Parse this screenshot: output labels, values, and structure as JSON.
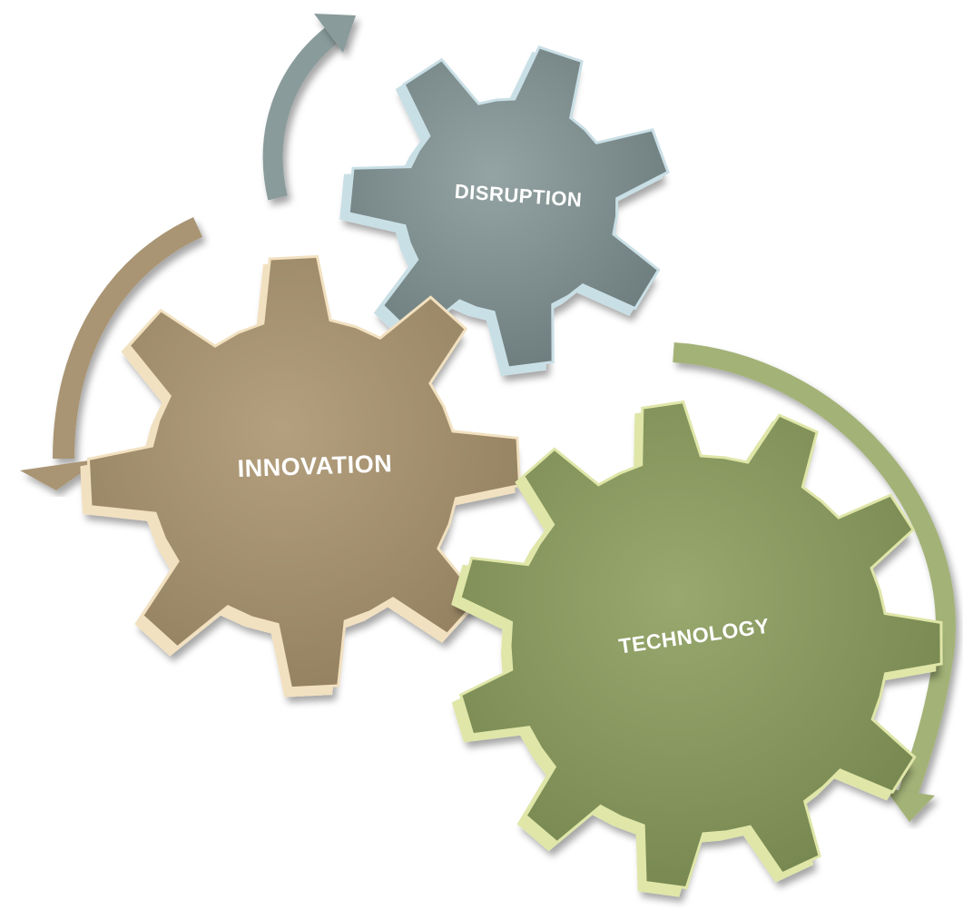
{
  "gears": [
    {
      "id": "disruption",
      "label": "DISRUPTION",
      "face_color": "#7f8e8e",
      "edge_color": "#c9dfe6"
    },
    {
      "id": "innovation",
      "label": "INNOVATION",
      "face_color": "#a69170",
      "edge_color": "#f2e1c0"
    },
    {
      "id": "technology",
      "label": "TECHNOLOGY",
      "face_color": "#8a9a62",
      "edge_color": "#dfe6a8"
    }
  ],
  "arrows": [
    {
      "id": "disruption-arrow",
      "color": "#8a9b9b"
    },
    {
      "id": "innovation-arrow",
      "color": "#a99573"
    },
    {
      "id": "technology-arrow",
      "color": "#a3b277"
    }
  ]
}
